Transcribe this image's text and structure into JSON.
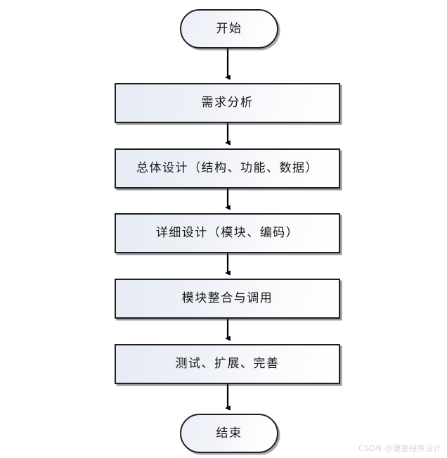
{
  "diagram": {
    "type": "flowchart",
    "orientation": "top-to-bottom",
    "background_color": "#ffffff",
    "node_border_color": "#1f1f23",
    "node_fill_gradient": [
      "#e6ebf4",
      "#ffffff"
    ],
    "text_color": "#171717",
    "connector_color": "#000000",
    "nodes": [
      {
        "id": "start",
        "shape": "terminator",
        "label": "开始"
      },
      {
        "id": "step1",
        "shape": "process",
        "label": "需求分析"
      },
      {
        "id": "step2",
        "shape": "process",
        "label": "总体设计（结构、功能、数据）"
      },
      {
        "id": "step3",
        "shape": "process",
        "label": "详细设计（模块、编码）"
      },
      {
        "id": "step4",
        "shape": "process",
        "label": "模块整合与调用"
      },
      {
        "id": "step5",
        "shape": "process",
        "label": "测试、扩展、完善"
      },
      {
        "id": "end",
        "shape": "terminator",
        "label": "结束"
      }
    ],
    "edges": [
      {
        "from": "start",
        "to": "step1",
        "arrow": "down"
      },
      {
        "from": "step1",
        "to": "step2",
        "arrow": "down"
      },
      {
        "from": "step2",
        "to": "step3",
        "arrow": "down"
      },
      {
        "from": "step3",
        "to": "step4",
        "arrow": "down"
      },
      {
        "from": "step4",
        "to": "step5",
        "arrow": "down"
      },
      {
        "from": "step5",
        "to": "end",
        "arrow": "down"
      }
    ]
  },
  "watermark": {
    "text": "CSDN @便捷程序设计",
    "color": "#d6d6d6"
  }
}
